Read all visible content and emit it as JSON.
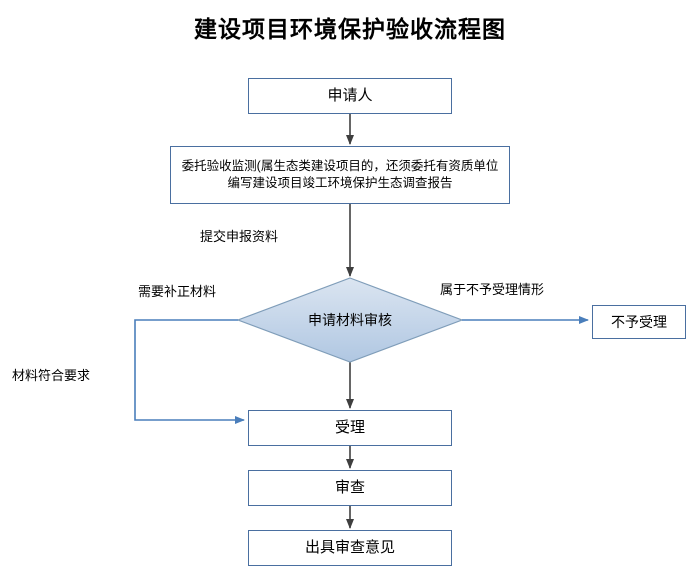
{
  "diagram": {
    "title": "建设项目环境保护验收流程图",
    "nodes": {
      "applicant": "申请人",
      "entrust": "委托验收监测(属生态类建设项目的，还须委托有资质单位编写建设项目竣工环境保护生态调查报告",
      "decision": "申请材料审核",
      "reject": "不予受理",
      "accept": "受理",
      "review": "审查",
      "opinion": "出具审查意见"
    },
    "edge_labels": {
      "submit_materials": "提交申报资料",
      "need_supplement": "需要补正材料",
      "not_accepted_case": "属于不予受理情形",
      "materials_conform": "材料符合要求"
    },
    "colors": {
      "box_border": "#4a6fa0",
      "diamond_fill_top": "#dbe5f1",
      "diamond_fill_bottom": "#b7cce4",
      "diamond_border": "#7f9db9",
      "arrow": "#3f3f3f",
      "branch_arrow": "#4a7ebb",
      "title_text": "#000000"
    }
  }
}
